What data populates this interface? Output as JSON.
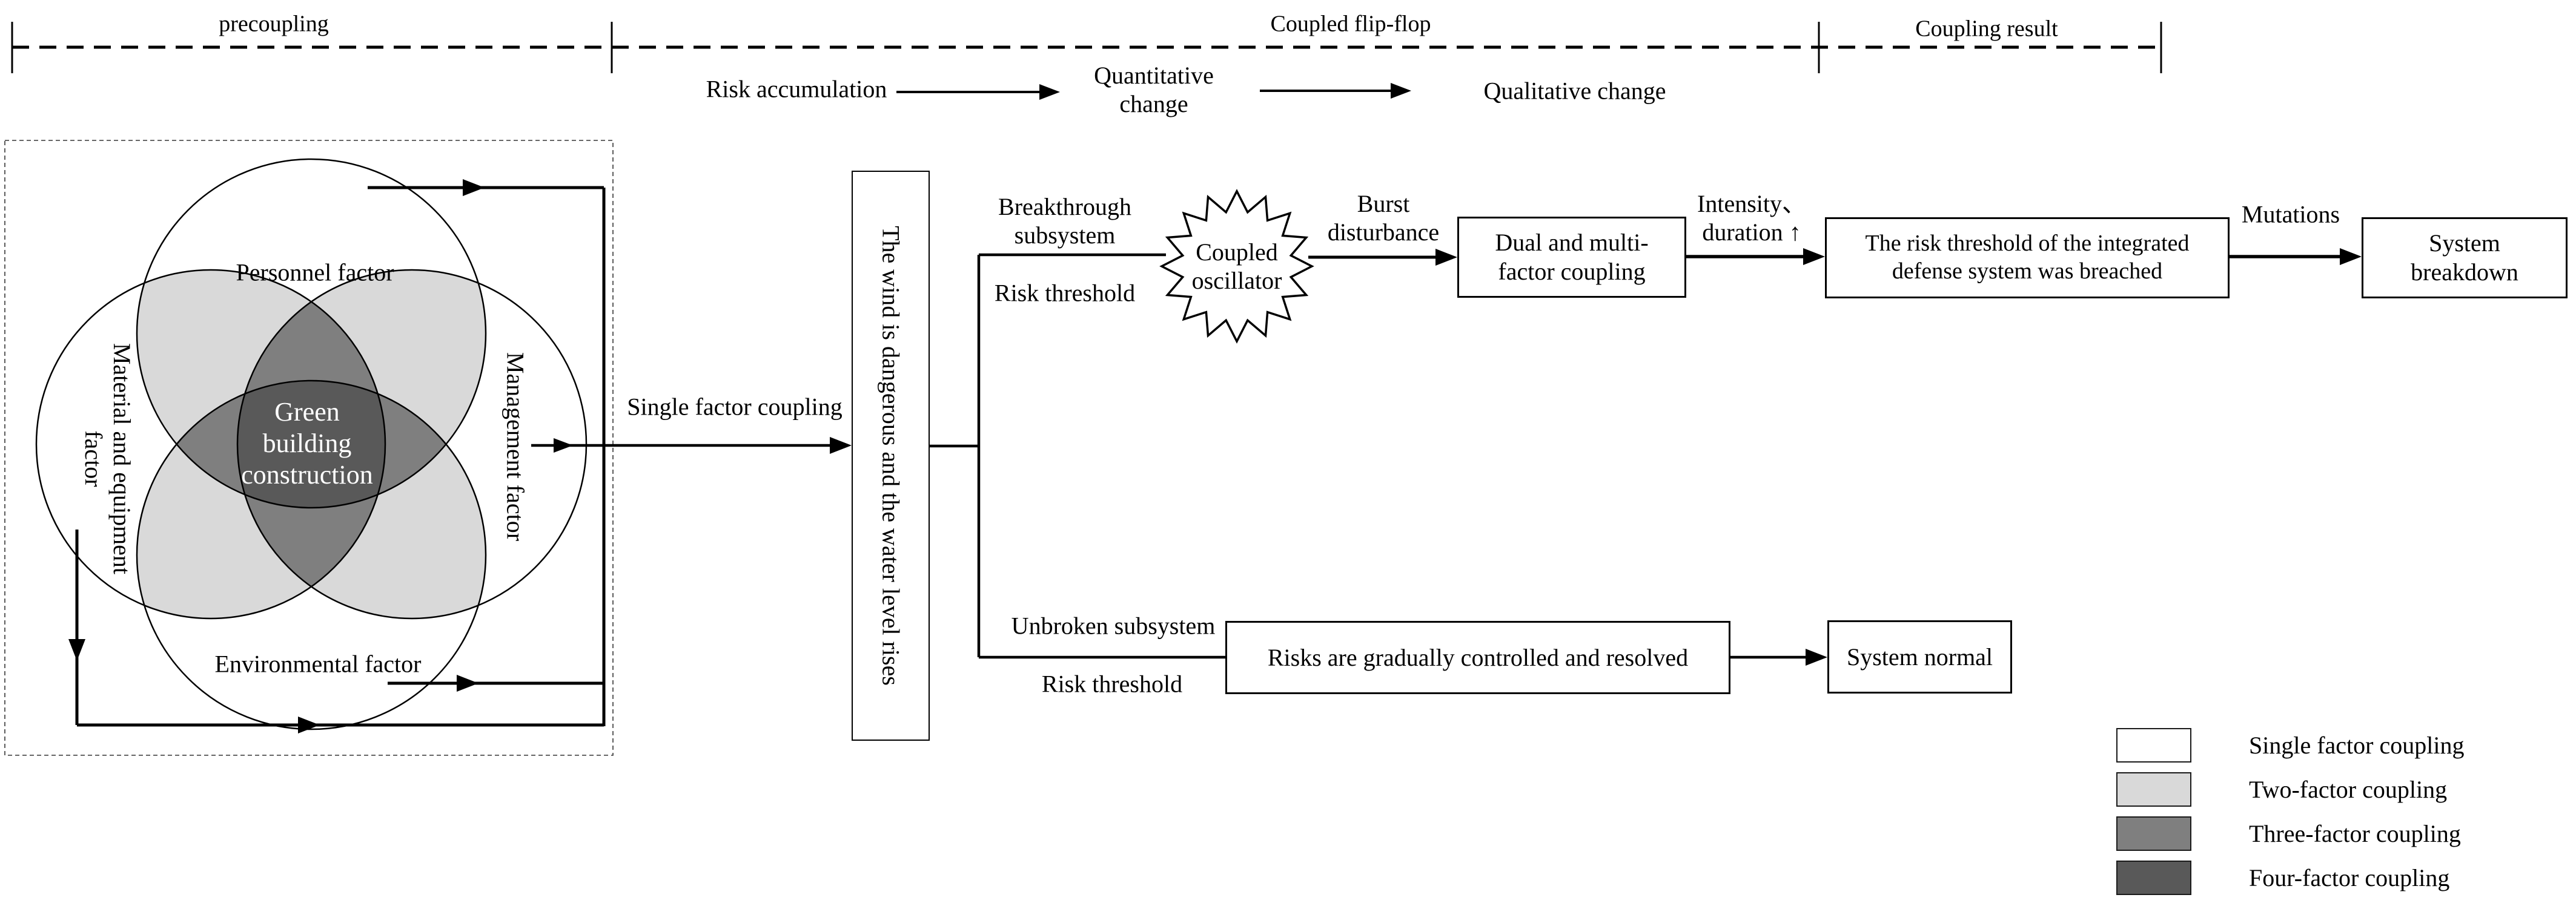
{
  "header": {
    "sections": [
      {
        "label": "precoupling"
      },
      {
        "label": "Coupled flip-flop"
      },
      {
        "label": "Coupling result"
      }
    ],
    "process": {
      "risk_accumulation": "Risk accumulation",
      "quantitative_change": {
        "lines": [
          "Quantitative",
          "change"
        ]
      },
      "qualitative_change": "Qualitative change"
    }
  },
  "venn": {
    "personnel": "Personnel factor",
    "management": "Management factor",
    "material": {
      "lines": [
        "Material and equipment",
        "factor"
      ]
    },
    "environmental": "Environmental factor",
    "center": {
      "lines": [
        "Green",
        "building",
        "construction"
      ]
    }
  },
  "flow": {
    "single_factor": "Single factor coupling",
    "wind_box": "The wind is dangerous and the water level rises",
    "breakthrough": {
      "lines": [
        "Breakthrough",
        "subsystem"
      ]
    },
    "risk_threshold_top": "Risk threshold",
    "oscillator": {
      "lines": [
        "Coupled",
        "oscillator"
      ]
    },
    "burst": {
      "lines": [
        "Burst",
        "disturbance"
      ]
    },
    "dual_box": {
      "lines": [
        "Dual and multi-",
        "factor coupling"
      ]
    },
    "intensity": {
      "lines": [
        "Intensity、",
        "duration ↑"
      ]
    },
    "breach_box": {
      "lines": [
        "The risk threshold of the integrated",
        "defense system was breached"
      ]
    },
    "mutations": "Mutations",
    "breakdown_box": {
      "lines": [
        "System",
        "breakdown"
      ]
    },
    "unbroken": "Unbroken subsystem",
    "risk_threshold_bottom": "Risk threshold",
    "risks_box": "Risks are gradually controlled and resolved",
    "normal_box": "System normal"
  },
  "legend": {
    "items": [
      {
        "label": "Single factor coupling",
        "color": "#ffffff"
      },
      {
        "label": "Two-factor coupling",
        "color": "#d9d9d9"
      },
      {
        "label": "Three-factor coupling",
        "color": "#7f7f7f"
      },
      {
        "label": "Four-factor coupling",
        "color": "#595959"
      }
    ]
  },
  "colors": {
    "two_factor": "#d9d9d9",
    "three_factor": "#7f7f7f",
    "four_factor": "#595959",
    "line": "#000000"
  }
}
